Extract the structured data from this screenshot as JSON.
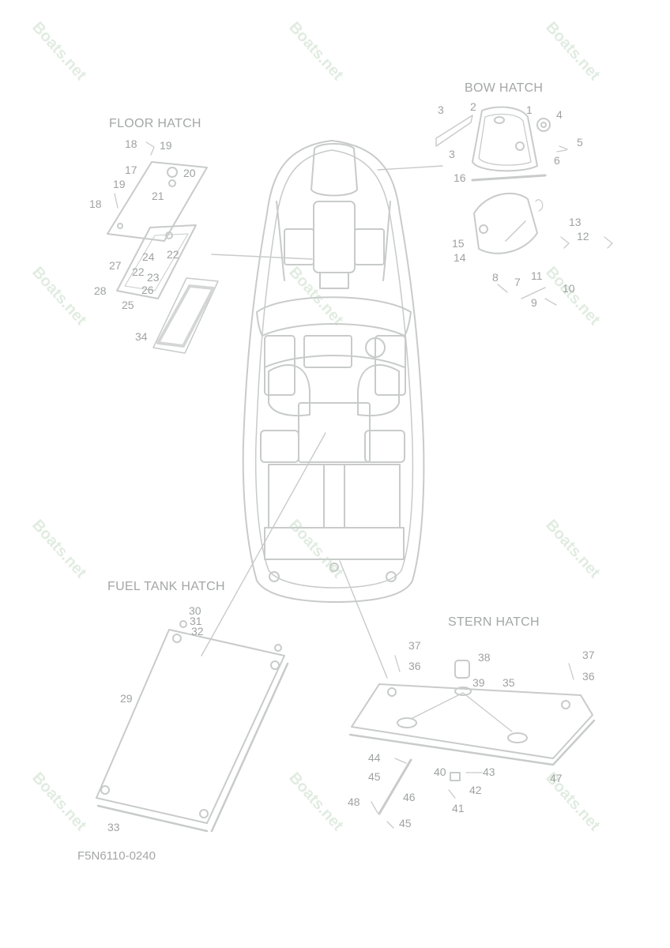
{
  "sections": {
    "floor_hatch": "FLOOR HATCH",
    "bow_hatch": "BOW HATCH",
    "fuel_tank_hatch": "FUEL TANK HATCH",
    "stern_hatch": "STERN HATCH"
  },
  "figure_code": "F5N6110-0240",
  "watermark_text": "Boats.net",
  "parts": {
    "p1": "1",
    "p2": "2",
    "p3a": "3",
    "p3b": "3",
    "p4": "4",
    "p5": "5",
    "p6": "6",
    "p7": "7",
    "p8": "8",
    "p9": "9",
    "p10": "10",
    "p11": "11",
    "p12": "12",
    "p13": "13",
    "p14": "14",
    "p15": "15",
    "p16": "16",
    "p17": "17",
    "p18a": "18",
    "p18b": "18",
    "p19a": "19",
    "p19b": "19",
    "p20": "20",
    "p21": "21",
    "p22a": "22",
    "p22b": "22",
    "p23": "23",
    "p24": "24",
    "p25": "25",
    "p26": "26",
    "p27": "27",
    "p28": "28",
    "p29": "29",
    "p30": "30",
    "p31": "31",
    "p32": "32",
    "p33": "33",
    "p34": "34",
    "p35": "35",
    "p36a": "36",
    "p36b": "36",
    "p37a": "37",
    "p37b": "37",
    "p38": "38",
    "p39": "39",
    "p40": "40",
    "p41": "41",
    "p42": "42",
    "p43": "43",
    "p44": "44",
    "p45a": "45",
    "p45b": "45",
    "p46": "46",
    "p47": "47",
    "p48": "48"
  },
  "colors": {
    "line": "#c9cccb",
    "text": "#a4a7a6",
    "watermark": "#c8dcc8"
  }
}
